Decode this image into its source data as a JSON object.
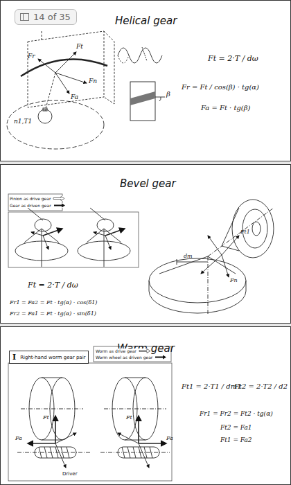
{
  "diagram": {
    "nodes": [
      {
        "text": [
          "Helical gear"
        ]
      },
      {
        "text": [
          "14 of 35"
        ],
        "in": 0
      },
      {
        "text": [
          "Bevel gear"
        ]
      },
      {
        "text": [
          "Warm gear"
        ]
      },
      {
        "text": [
          "I",
          "Right-hand worm gear pair"
        ],
        "in": 3
      }
    ],
    "labels": [
      "Ft = 2·T / dω",
      "Fr = Ft / cos(β) · tg(α)",
      "Fa = Ft · tg(β)",
      "Ft",
      "Fn",
      "Fr",
      "Fa",
      "β",
      "n1,T1",
      "Ft = 2·T / dω",
      "Fr1 = Fa2 = Ft · tg(α) · cos(δ1)",
      "Fr2 = Fa1 = Ft · tg(α) · sin(δ1)",
      "dm",
      "Ft1",
      "Fn",
      "Ft1 = 2·T1 / dm1",
      "Ft2 = 2·T2 / d2",
      "Fr1 = Fr2 = Ft2 · tg(α)",
      "Ft2 = Fa1",
      "Ft1 = Fa2",
      "Fa",
      "Ft",
      "Fa",
      "Ft",
      "Driver"
    ],
    "legend": [
      {
        "text": "Pinion as drive gear"
      },
      {
        "text": "Gear as driven gear"
      },
      {
        "text": "Worm as drive gear"
      },
      {
        "text": "Worm wheel as driven gear"
      }
    ]
  }
}
